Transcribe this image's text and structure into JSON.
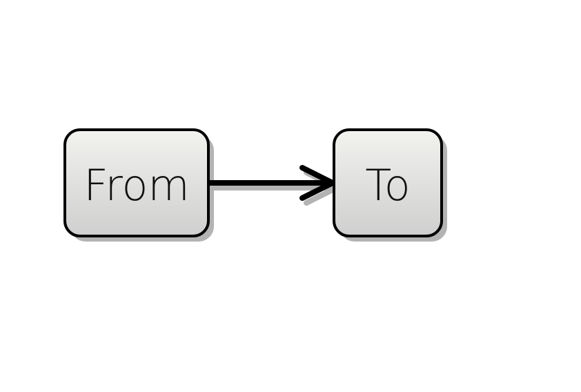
{
  "diagram": {
    "nodes": [
      {
        "id": "from",
        "label": "From"
      },
      {
        "id": "to",
        "label": "To"
      }
    ],
    "edges": [
      {
        "from": "from",
        "to": "to",
        "arrow": "open-chevron"
      }
    ],
    "colors": {
      "node_fill_top": "#f2f2ef",
      "node_fill_bottom": "#cfcfcf",
      "stroke": "#000000",
      "shadow": "#b3b3b3",
      "text": "#111111"
    }
  }
}
